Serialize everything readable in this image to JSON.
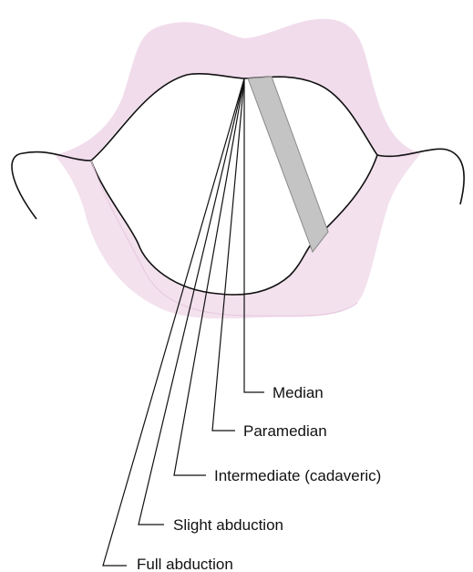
{
  "labels": {
    "median": "Median",
    "paramedian": "Paramedian",
    "intermediate": "Intermediate (cadaveric)",
    "slight_abduction": "Slight abduction",
    "full_abduction": "Full abduction"
  },
  "colors": {
    "tissue_fill": "#f1dcec",
    "tissue_shade": "#e9c6e0",
    "cord_fill": "#c4c4c4",
    "line": "#111111"
  }
}
